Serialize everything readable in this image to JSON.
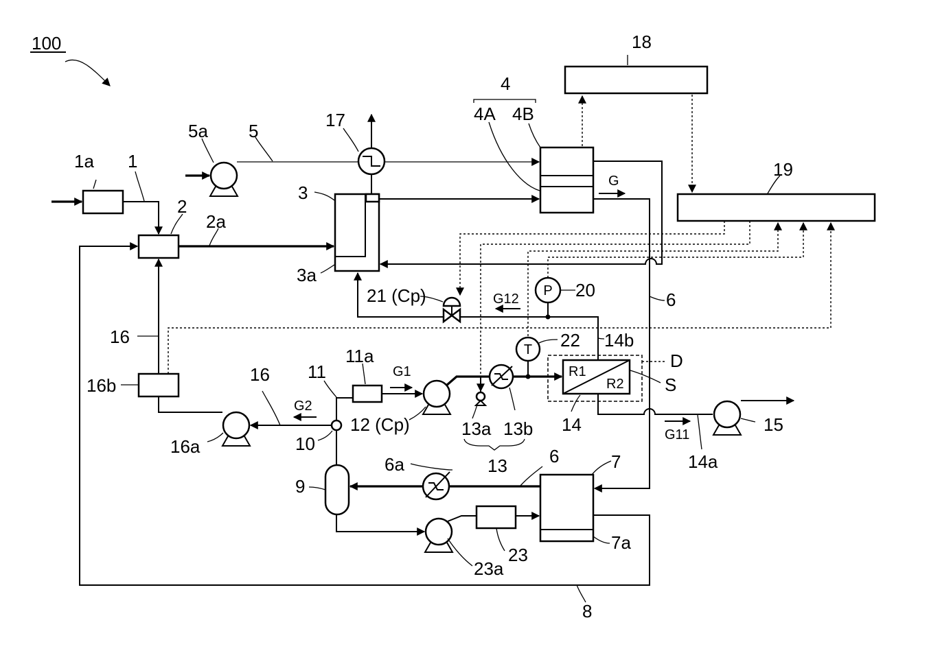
{
  "figure_label": "100",
  "labels": {
    "l1": "1",
    "l1a": "1a",
    "l2": "2",
    "l2a": "2a",
    "l3": "3",
    "l3a": "3a",
    "l4": "4",
    "l4A": "4A",
    "l4B": "4B",
    "l5": "5",
    "l5a": "5a",
    "l6_top": "6",
    "l6_bottom": "6",
    "l6a": "6a",
    "l7": "7",
    "l7a": "7a",
    "l8": "8",
    "l9": "9",
    "l10": "10",
    "l11": "11",
    "l11a": "11a",
    "l12": "12 (Cp)",
    "l13": "13",
    "l13a": "13a",
    "l13b": "13b",
    "l14": "14",
    "l14a": "14a",
    "l14b": "14b",
    "l15": "15",
    "l16_left": "16",
    "l16_right": "16",
    "l16a": "16a",
    "l16b": "16b",
    "l17": "17",
    "l18": "18",
    "l19": "19",
    "l20": "20",
    "l21": "21 (Cp)",
    "l22": "22",
    "l23": "23",
    "l23a": "23a",
    "lD": "D",
    "lS": "S"
  },
  "flow_labels": {
    "G": "G",
    "G1": "G1",
    "G2": "G2",
    "G11": "G11",
    "G12": "G12"
  },
  "inner_labels": {
    "R1": "R1",
    "R2": "R2",
    "P": "P",
    "T": "T"
  }
}
